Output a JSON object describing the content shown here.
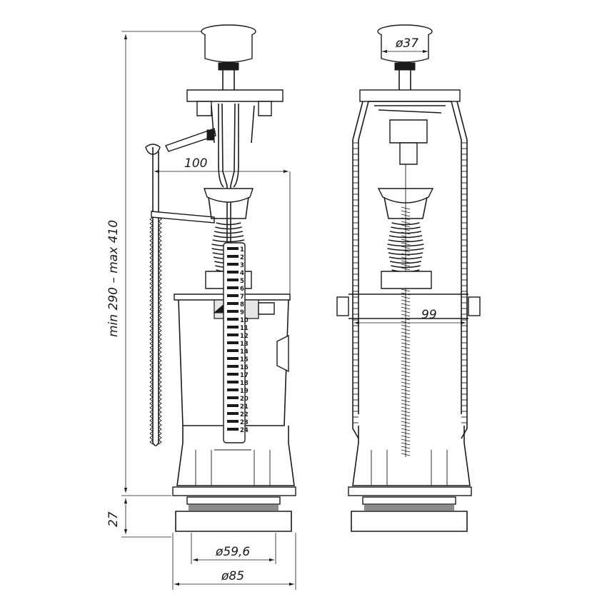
{
  "dimensions": {
    "height_range": "min 290 – max 410",
    "lever_offset": "100",
    "thread_height": "27",
    "thread_diameter": "ø59,6",
    "flange_diameter": "ø85",
    "button_diameter": "ø37",
    "body_width": "99"
  },
  "float_scale": [
    "1",
    "2",
    "3",
    "4",
    "5",
    "6",
    "7",
    "8",
    "9",
    "10",
    "11",
    "12",
    "13",
    "14",
    "15",
    "16",
    "17",
    "18",
    "19",
    "20",
    "21",
    "22",
    "23",
    "24"
  ]
}
